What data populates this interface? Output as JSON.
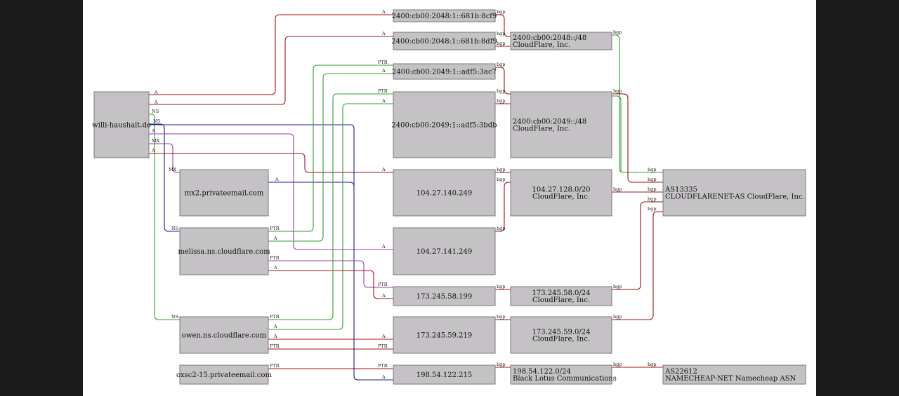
{
  "colors": {
    "a_edge": "#a01010",
    "ptr_edge": "#a01010",
    "ns_edge": "#2ca02c",
    "mx_edge": "#9b3aa8",
    "blue_edge": "#1a1a9a",
    "bgp_edge": "#a01010",
    "node_fill": "#c4c2c4"
  },
  "nodes": [
    {
      "id": "willi",
      "lines": [
        "willi-haushalt.de"
      ]
    },
    {
      "id": "mx2",
      "lines": [
        "mx2.privateemail.com"
      ]
    },
    {
      "id": "melissa",
      "lines": [
        "melissa.ns.cloudflare.com"
      ]
    },
    {
      "id": "owen",
      "lines": [
        "owen.ns.cloudflare.com"
      ]
    },
    {
      "id": "oxsc",
      "lines": [
        "oxsc2-15.privateemail.com"
      ]
    },
    {
      "id": "ip6a",
      "lines": [
        "2400:cb00:2048:1::681b:8cf9"
      ]
    },
    {
      "id": "ip6b",
      "lines": [
        "2400:cb00:2048:1::681b:8df9"
      ]
    },
    {
      "id": "ip6c",
      "lines": [
        "2400:cb00:2049:1::adf5:3ac7"
      ]
    },
    {
      "id": "ip6d",
      "lines": [
        "2400:cb00:2049:1::adf5:3bdb"
      ]
    },
    {
      "id": "ip4a",
      "lines": [
        "104.27.140.249"
      ]
    },
    {
      "id": "ip4b",
      "lines": [
        "104.27.141.249"
      ]
    },
    {
      "id": "ip4c",
      "lines": [
        "173.245.58.199"
      ]
    },
    {
      "id": "ip4d",
      "lines": [
        "173.245.59.219"
      ]
    },
    {
      "id": "ip4e",
      "lines": [
        "198.54.122.215"
      ]
    },
    {
      "id": "pfx1",
      "lines": [
        "2400:cb00:2048::/48",
        "CloudFlare, Inc."
      ]
    },
    {
      "id": "pfx2",
      "lines": [
        "2400:cb00:2049::/48",
        "CloudFlare, Inc."
      ]
    },
    {
      "id": "pfx3",
      "lines": [
        "104.27.128.0/20",
        "CloudFlare, Inc."
      ]
    },
    {
      "id": "pfx4",
      "lines": [
        "173.245.58.0/24",
        "CloudFlare, Inc."
      ]
    },
    {
      "id": "pfx5",
      "lines": [
        "173.245.59.0/24",
        "CloudFlare, Inc."
      ]
    },
    {
      "id": "pfx6",
      "lines": [
        "198.54.122.0/24",
        "Black Lotus Communications"
      ]
    },
    {
      "id": "as1",
      "lines": [
        "AS13335",
        "CLOUDFLARENET-AS CloudFlare, Inc."
      ]
    },
    {
      "id": "as2",
      "lines": [
        "AS22612",
        "NAMECHEAP-NET Namecheap ASN"
      ]
    }
  ],
  "edge_labels": {
    "a": "A",
    "ptr": "PTR",
    "ns": "NS",
    "mx": "MX",
    "bgp": "bgp"
  }
}
